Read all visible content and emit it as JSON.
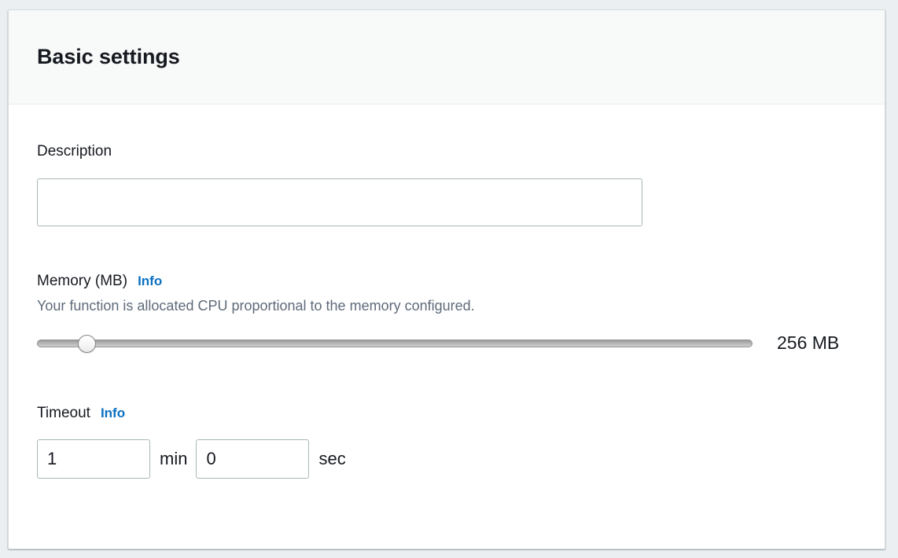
{
  "panel": {
    "title": "Basic settings"
  },
  "description_field": {
    "label": "Description",
    "value": "",
    "placeholder": ""
  },
  "memory_field": {
    "label": "Memory (MB)",
    "info_label": "Info",
    "hint": "Your function is allocated CPU proportional to the memory configured.",
    "value": 256,
    "value_display": "256 MB",
    "min": 128,
    "max": 10240,
    "step": 1
  },
  "timeout_field": {
    "label": "Timeout",
    "info_label": "Info",
    "minutes_value": "1",
    "minutes_unit": "min",
    "seconds_value": "0",
    "seconds_unit": "sec"
  },
  "colors": {
    "page_background": "#eceff1",
    "panel_background": "#ffffff",
    "header_background": "#f8f9f9",
    "border": "#d5dbdb",
    "input_border": "#aab7b8",
    "text_primary": "#16191f",
    "text_secondary": "#5f6b7a",
    "link": "#0a70c0"
  }
}
